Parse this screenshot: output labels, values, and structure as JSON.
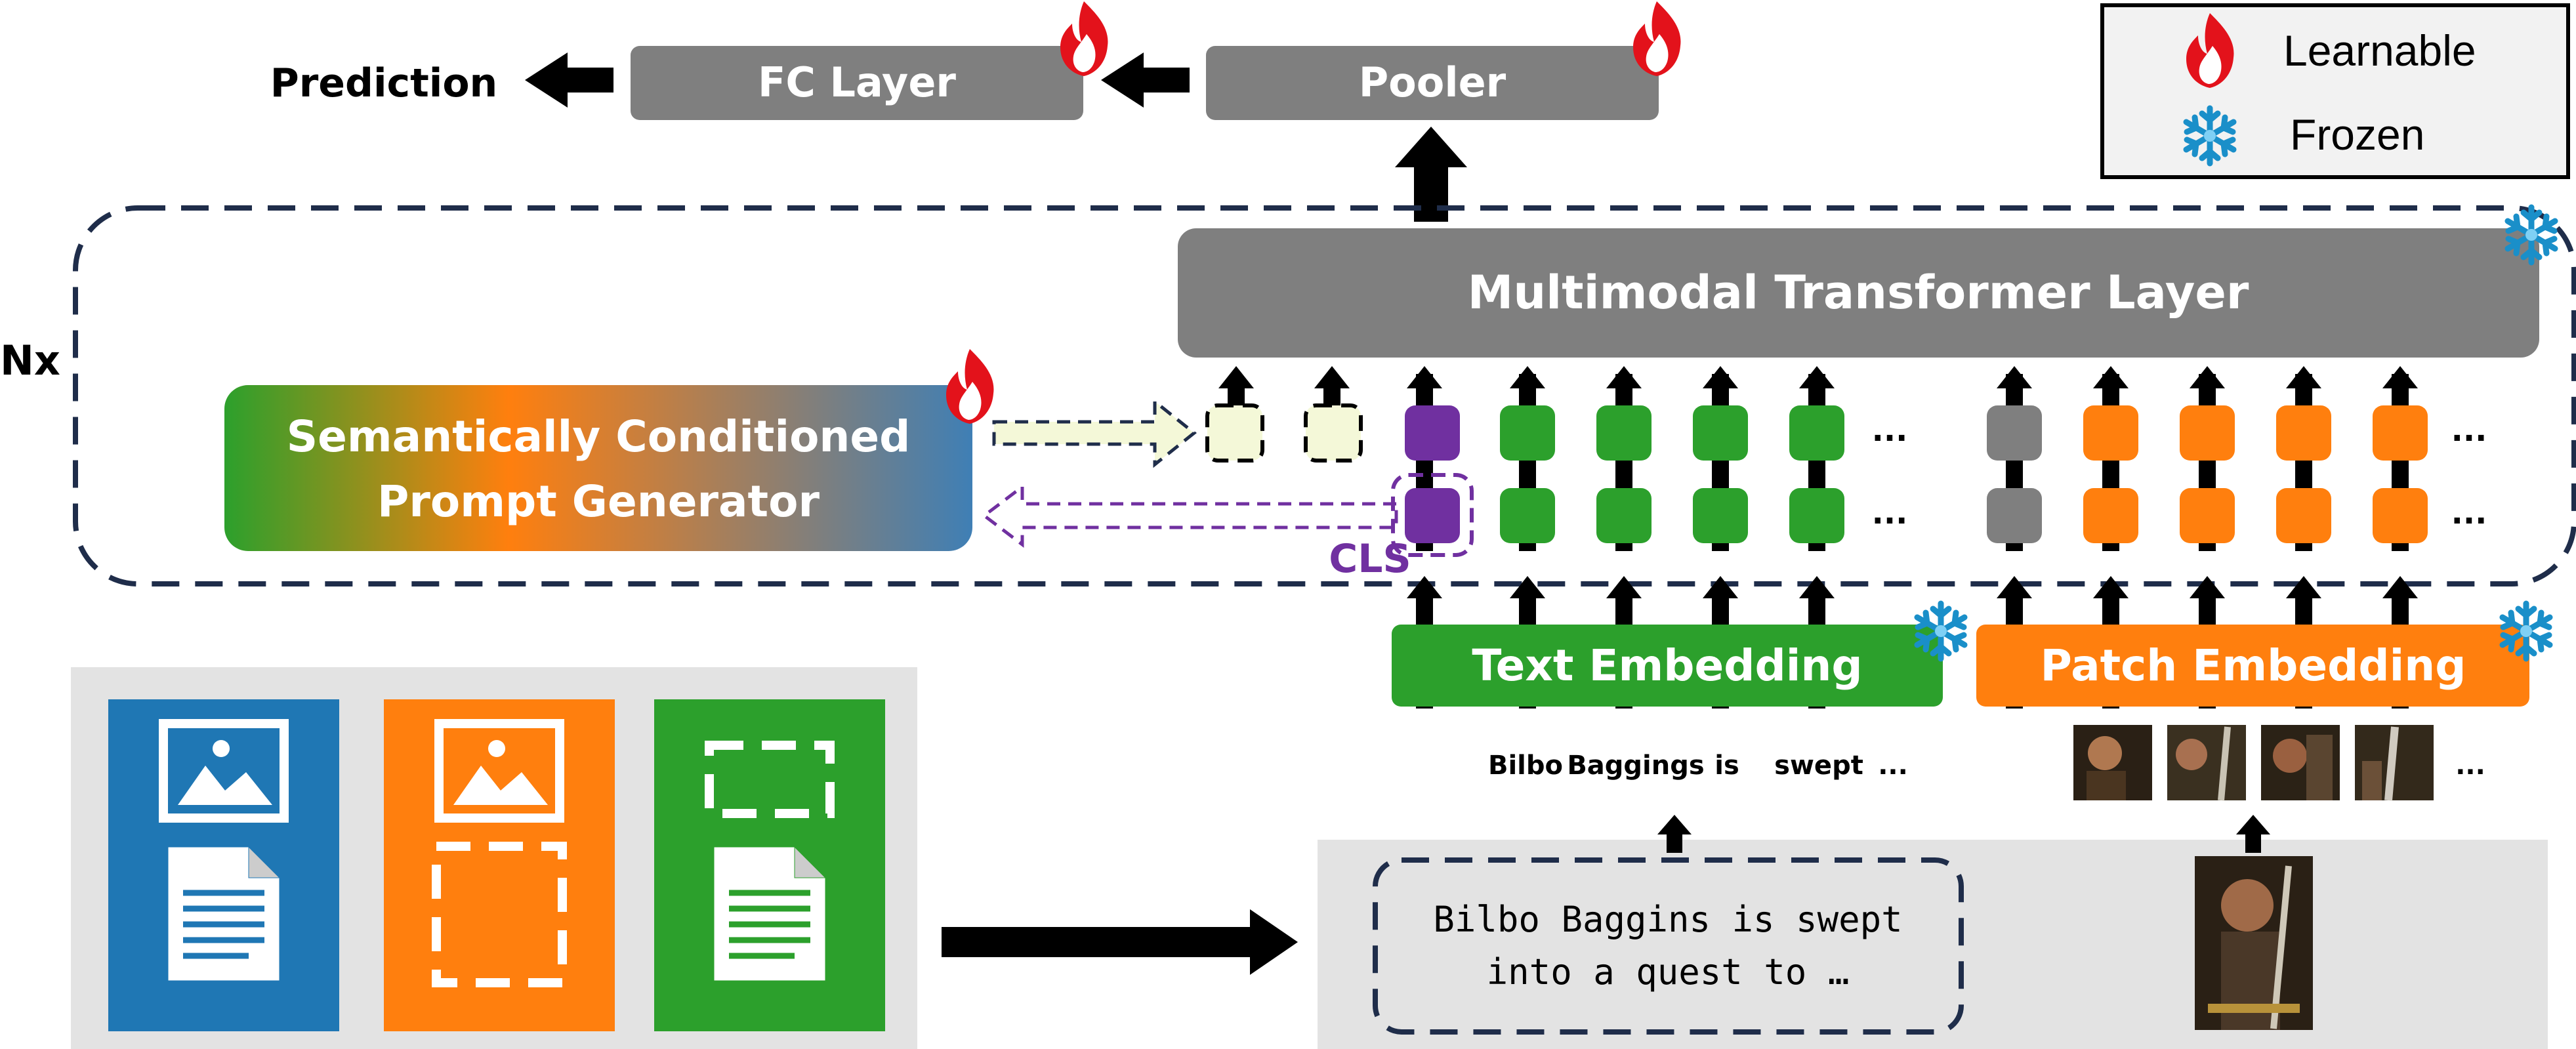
{
  "header": {
    "prediction_label": "Prediction",
    "fc_layer_label": "FC Layer",
    "pooler_label": "Pooler"
  },
  "legend": {
    "learnable_label": "Learnable",
    "frozen_label": "Frozen",
    "learnable_icon": "flame-icon",
    "frozen_icon": "snowflake-icon"
  },
  "transformer": {
    "repeat_label": "Nx",
    "layer_label": "Multimodal Transformer Layer",
    "ellipsis": "..."
  },
  "prompt_generator": {
    "line1": "Semantically Conditioned",
    "line2": "Prompt Generator",
    "cls_label": "CLS"
  },
  "embeddings": {
    "text_label": "Text Embedding",
    "patch_label": "Patch Embedding",
    "tokens": [
      "Bilbo",
      "Baggings",
      "is",
      "swept",
      "..."
    ],
    "patch_ellipsis": "..."
  },
  "input": {
    "text_line1": "Bilbo Baggins is swept",
    "text_line2": "into a quest to …"
  },
  "colors": {
    "gray_box": "#7f7f7f",
    "green": "#2ca02c",
    "orange": "#ff7f0e",
    "blue": "#1f77b4",
    "purple": "#7030a0",
    "dark_navy": "#1f2d4a",
    "prompt_light": "#f4f8d8",
    "panel_gray": "#e3e3e3"
  }
}
